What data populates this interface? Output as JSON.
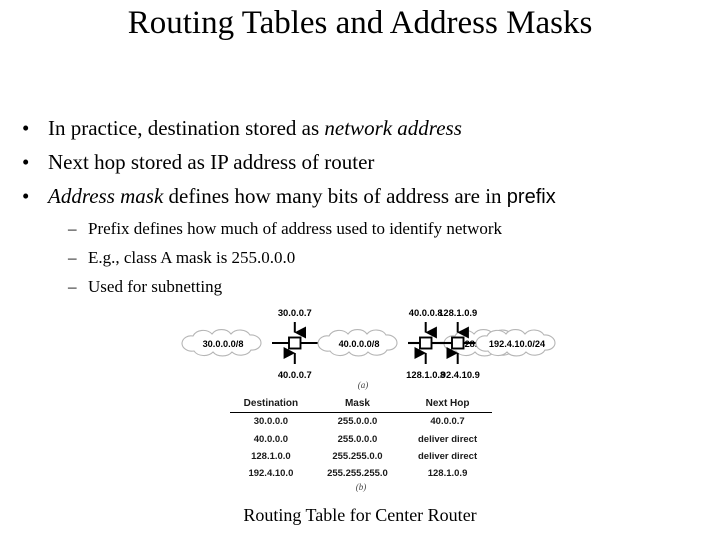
{
  "slide": {
    "title": "Routing Tables and Address Masks",
    "bottom_caption": "Routing Table for Center Router"
  },
  "bullets": [
    {
      "marker": "•",
      "pre": "In practice, destination stored as ",
      "italic": "network address",
      "post": "",
      "sans": ""
    },
    {
      "marker": "•",
      "pre": "Next hop stored as IP address of router",
      "italic": "",
      "post": "",
      "sans": ""
    },
    {
      "marker": "•",
      "pre": "",
      "italic": "Address mask",
      "post": " defines how many bits of address are in ",
      "sans": "prefix"
    }
  ],
  "sub_bullets": [
    {
      "marker": "–",
      "text": "Prefix defines how much of address used to identify network"
    },
    {
      "marker": "–",
      "text": "E.g., class A mask is 255.0.0.0"
    },
    {
      "marker": "–",
      "text": "Used for subnetting"
    }
  ],
  "figure_a": {
    "caption": "(a)",
    "clouds": [
      {
        "label": "30.0.0.0/8"
      },
      {
        "label": "40.0.0.0/8"
      },
      {
        "label": "128.1.0.0/16"
      },
      {
        "label": "192.4.10.0/24"
      }
    ],
    "routers": [
      {
        "top_label": "30.0.0.7",
        "bottom_label": "40.0.0.7"
      },
      {
        "top_label": "40.0.0.8",
        "bottom_label": "128.1.0.8"
      },
      {
        "top_label": "128.1.0.9",
        "bottom_label": "192.4.10.9"
      }
    ]
  },
  "figure_b": {
    "caption": "(b)",
    "columns": [
      "Destination",
      "Mask",
      "Next Hop"
    ],
    "rows": [
      [
        "30.0.0.0",
        "255.0.0.0",
        "40.0.0.7"
      ],
      [
        "40.0.0.0",
        "255.0.0.0",
        "deliver direct"
      ],
      [
        "128.1.0.0",
        "255.255.0.0",
        "deliver direct"
      ],
      [
        "192.4.10.0",
        "255.255.255.0",
        "128.1.0.9"
      ]
    ]
  },
  "colors": {
    "text": "#000000",
    "cloud_outline": "#b5b5b5",
    "rule": "#000000"
  }
}
